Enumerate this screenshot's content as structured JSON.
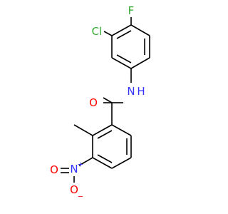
{
  "molecule": {
    "atoms": {
      "cl": {
        "symbol": "Cl",
        "color": "#33aa33"
      },
      "f": {
        "symbol": "F",
        "color": "#33aa33"
      },
      "n_amide": {
        "symbol": "N",
        "h": "H",
        "color": "#3333ff"
      },
      "o_carbonyl": {
        "symbol": "O",
        "color": "#ff0000"
      },
      "n_nitro": {
        "symbol": "N",
        "charge": "+",
        "color": "#3333ff"
      },
      "o_nitro_left": {
        "symbol": "O",
        "color": "#ff0000"
      },
      "o_nitro_bottom": {
        "symbol": "O",
        "charge": "−",
        "color": "#ff0000"
      }
    },
    "bond_color": "#000000"
  }
}
